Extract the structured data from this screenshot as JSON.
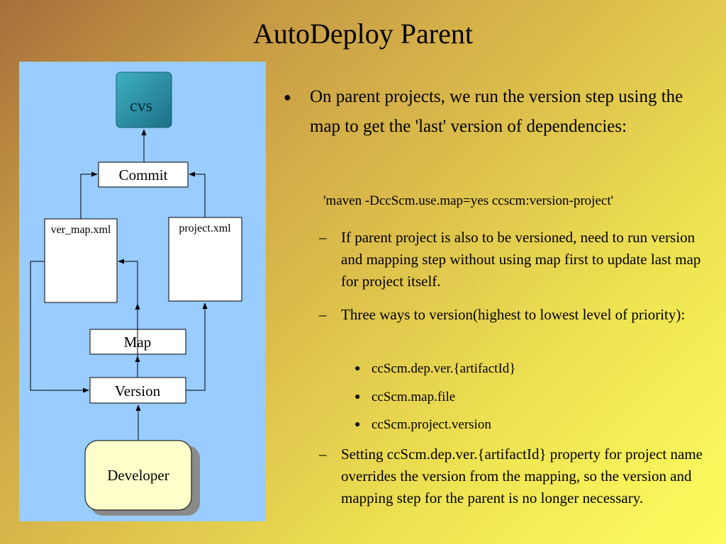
{
  "slide": {
    "title": "AutoDeploy Parent"
  },
  "diagram": {
    "cvs_label": "cvs",
    "commit_label": "Commit",
    "ver_map_label": "ver_map.xml",
    "project_label": "project.xml",
    "map_label": "Map",
    "version_label": "Version",
    "developer_label": "Developer",
    "colors": {
      "background": "#99ccff",
      "cylinder": "#2a8ea3",
      "developer_box": "#ffffcc"
    }
  },
  "content": {
    "bullet1": "On parent projects, we run the version step using the map to get the 'last' version of dependencies:",
    "command": "'maven -DccScm.use.map=yes ccscm:version-project'",
    "dash_symbol": "–",
    "bullet_symbol": "●",
    "sub1": "If parent project is also to be versioned, need to run version and mapping step without using map first to update last map for project itself.",
    "sub2": "Three ways to version(highest to lowest level of priority):",
    "sub2_items": [
      "ccScm.dep.ver.{artifactId}",
      "ccScm.map.file",
      "ccScm.project.version"
    ],
    "sub3": "Setting ccScm.dep.ver.{artifactId} property for project name overrides the version from the mapping, so the version and mapping step for the parent is no longer necessary."
  }
}
